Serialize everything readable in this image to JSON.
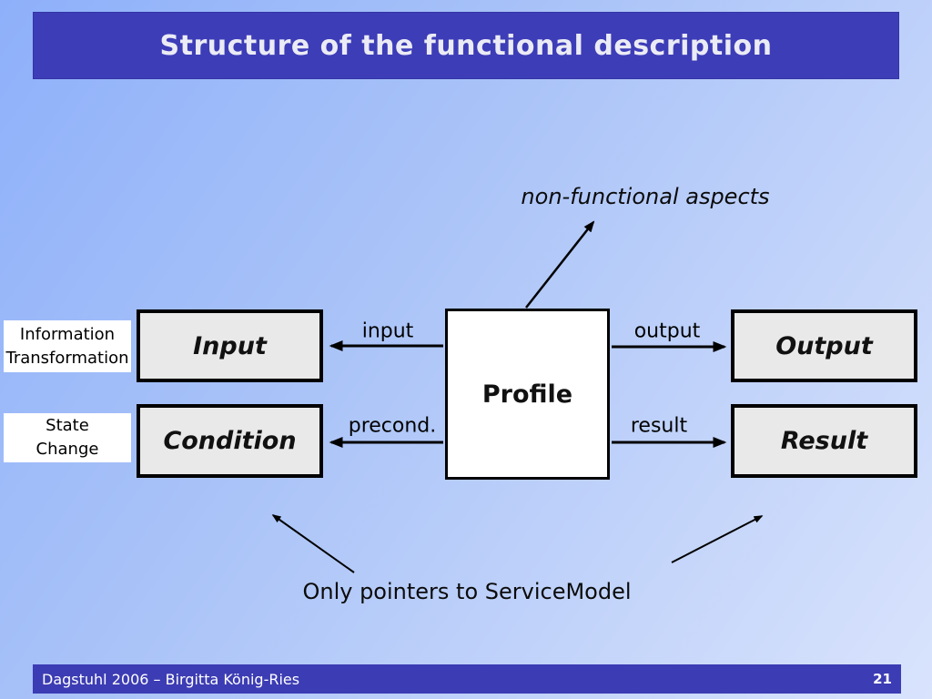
{
  "slide": {
    "title": "Structure of the functional description",
    "footer": {
      "credit": "Dagstuhl 2006 – Birgitta König-Ries",
      "page_number": "21"
    }
  },
  "diagram": {
    "profile_box": {
      "label": "Profile"
    },
    "boxes": {
      "input": {
        "label": "Input"
      },
      "condition": {
        "label": "Condition"
      },
      "output": {
        "label": "Output"
      },
      "result": {
        "label": "Result"
      }
    },
    "side_labels": {
      "information_transformation": {
        "line1": "Information",
        "line2": "Transformation"
      },
      "state_change": {
        "line1": "State",
        "line2": "Change"
      }
    },
    "arrow_labels": {
      "input": "input",
      "precond": "precond.",
      "output": "output",
      "result": "result"
    },
    "annotations": {
      "non_functional": "non-functional aspects",
      "only_pointers": "Only pointers to ServiceModel"
    }
  },
  "colors": {
    "title_bar": "#3d3db8",
    "footer_bar": "#3c3cb4",
    "box_fill": "#e9e9e9",
    "profile_fill": "#ffffff",
    "side_label_fill": "#ffffff",
    "arrow": "#000000",
    "background_top_left": "#8eb0fa",
    "background_bottom_right": "#d9e3fc"
  }
}
